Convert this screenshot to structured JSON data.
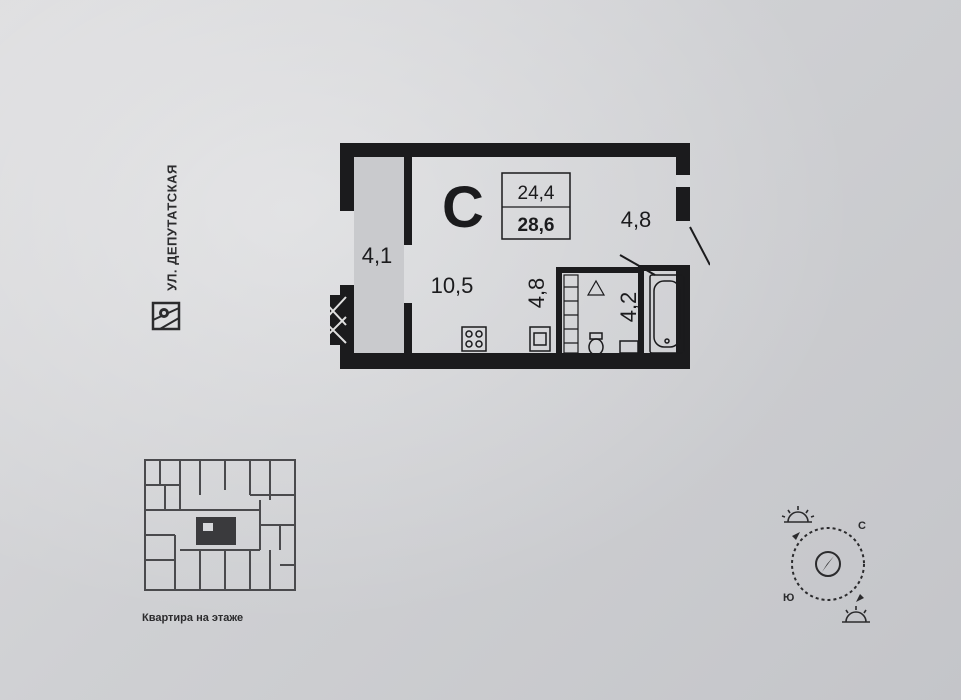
{
  "plan": {
    "apartment_type": "С",
    "living_area": "24,4",
    "total_area": "28,6",
    "rooms": {
      "balcony": "4,1",
      "main_room": "10,5",
      "kitchen": "4,8",
      "hallway": "4,8",
      "bathroom": "4,2"
    }
  },
  "street": {
    "label": "УЛ. ДЕПУТАТСКАЯ",
    "icon": "map-pin-icon"
  },
  "floor": {
    "label": "Квартира на этаже"
  },
  "compass": {
    "north": "С",
    "south": "Ю",
    "icon": "compass-icon"
  }
}
